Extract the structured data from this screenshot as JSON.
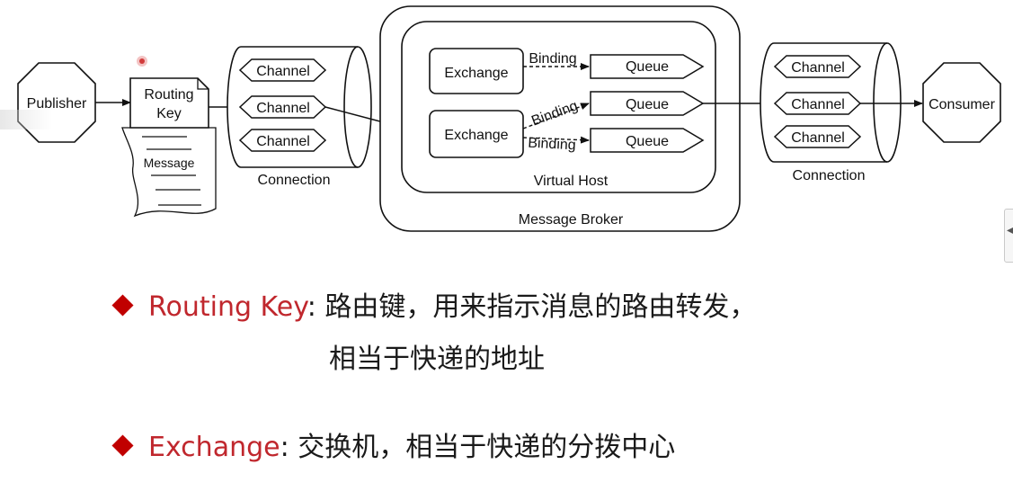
{
  "diagram": {
    "publisher": "Publisher",
    "routing_key": [
      "Routing",
      "Key"
    ],
    "message": "Message",
    "left_channels": [
      "Channel",
      "Channel",
      "Channel"
    ],
    "left_connection": "Connection",
    "exchanges": [
      "Exchange",
      "Exchange"
    ],
    "bindings": [
      "Binding",
      "Binding",
      "Binding"
    ],
    "queues": [
      "Queue",
      "Queue",
      "Queue"
    ],
    "virtual_host": "Virtual Host",
    "message_broker": "Message Broker",
    "right_channels": [
      "Channel",
      "Channel",
      "Channel"
    ],
    "right_connection": "Connection",
    "consumer": "Consumer"
  },
  "bullets": [
    {
      "term": "Routing Key",
      "line1": ": 路由键，用来指示消息的路由转发，",
      "line2": "相当于快递的地址"
    },
    {
      "term": "Exchange",
      "line1": ": 交换机，相当于快递的分拨中心"
    }
  ],
  "colors": {
    "accent_red": "#c0272d",
    "diamond": "#c00000"
  }
}
